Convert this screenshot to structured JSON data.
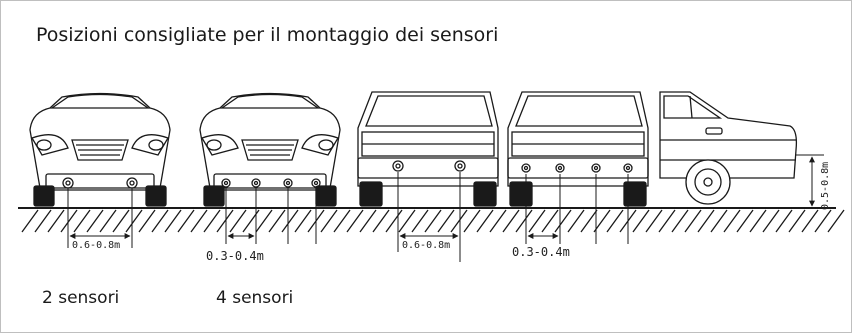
{
  "title": "Posizioni consigliate per il montaggio dei sensori",
  "captions": {
    "two_sensors": "2 sensori",
    "four_sensors": "4 sensori"
  },
  "dimensions": {
    "front_2": "0.6-0.8m",
    "front_4": "0.3-0.4m",
    "rear_2": "0.6-0.8m",
    "rear_4": "0.3-0.4m",
    "height": "0.5-0.8m"
  },
  "colors": {
    "line": "#1a1a1a",
    "text": "#1a1a1a",
    "frame": "#bfbfbf"
  }
}
